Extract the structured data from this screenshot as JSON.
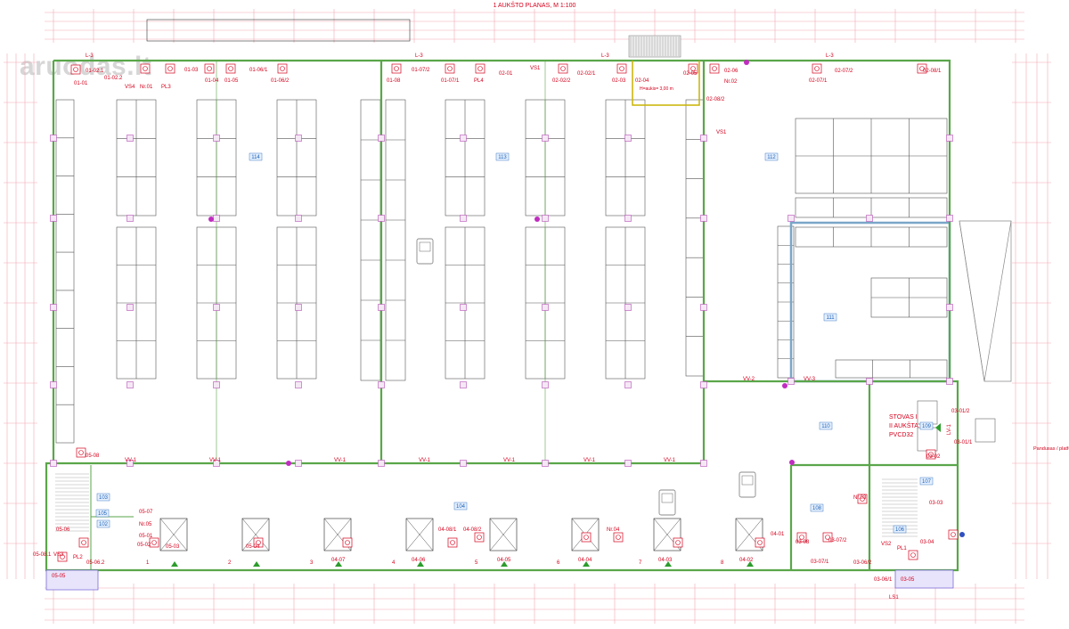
{
  "title": "1 AUKŠTO PLANAS, M 1:100",
  "watermark": "aruodas.lt",
  "rooms": [
    "114",
    "113",
    "112",
    "111",
    "110",
    "109",
    "108",
    "107",
    "106",
    "105",
    "104",
    "103",
    "102"
  ],
  "room_labels": {
    "stovas_1": "STOVAS I",
    "stovas_2": "II AUKŠTA",
    "stovas_3": "PVCD32",
    "height_note": "H=aukis= 3,00 m",
    "pandusas": "Pandusas / platforma"
  },
  "symbol_labels": [
    "01-01",
    "01-02.1",
    "01-02.2",
    "01-03",
    "01-04",
    "01-05",
    "01-06/1",
    "01-06/2",
    "01-08",
    "01-07/2",
    "01-07/1",
    "PL4",
    "02-01",
    "02-02/2",
    "02-02/1",
    "02-03",
    "02-04",
    "02-05",
    "02-06",
    "02-07/2",
    "02-07/1",
    "02-08/1",
    "02-08/2",
    "VS4",
    "Nr.01",
    "PL3",
    "VS1",
    "Nr.02",
    "L-3",
    "05-08",
    "05-07",
    "05-06",
    "05-01",
    "05-02",
    "05-03",
    "05-04",
    "05-05",
    "05-06.2",
    "VS3",
    "PL2",
    "Nr.05",
    "04-07",
    "04-06",
    "04-08/1",
    "04-08/2",
    "04-05",
    "04-04",
    "Nr.04",
    "04-03",
    "04-02",
    "04-01",
    "03-08",
    "03-07/2",
    "03-07/1",
    "Nr.03",
    "03-01/2",
    "03-01/1",
    "03-02",
    "03-03",
    "03-04",
    "03-05",
    "03-06/1",
    "03-06/2",
    "VS2",
    "PL1",
    "LS1",
    "VV-1",
    "VV-2",
    "VV-3",
    "LV-1"
  ],
  "gate_numbers": [
    "1",
    "2",
    "3",
    "4",
    "5",
    "6",
    "7",
    "8"
  ],
  "colors": {
    "wall": "#5aa64a",
    "annotation": "#d4001c",
    "room_tag": "#1a5fb4",
    "column": "#b54fb5",
    "cold_room": "#7aa6c8",
    "dimension": "#f2a8b3"
  }
}
